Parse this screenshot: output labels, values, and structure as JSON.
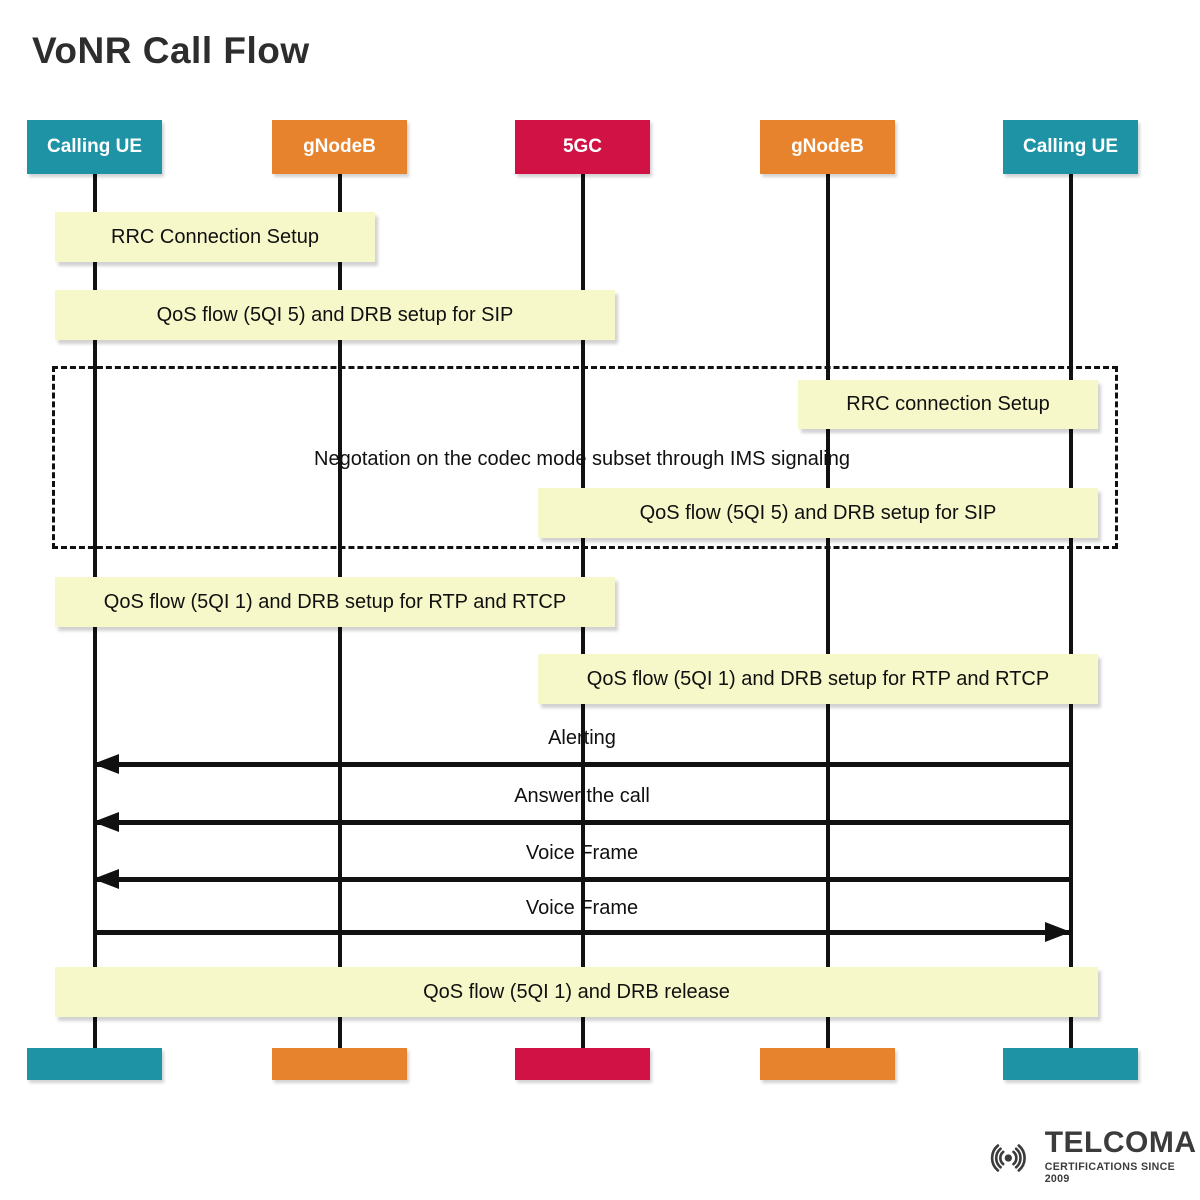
{
  "page": {
    "title": "VoNR Call Flow"
  },
  "colors": {
    "teal": "#1E93A5",
    "orange": "#E8832D",
    "crimson": "#D01245",
    "note_yellow": "#F6F8C9",
    "line_black": "#111111"
  },
  "actors": [
    {
      "label": "Calling UE",
      "color": "teal"
    },
    {
      "label": "gNodeB",
      "color": "orange"
    },
    {
      "label": "5GC",
      "color": "crimson"
    },
    {
      "label": "gNodeB",
      "color": "orange"
    },
    {
      "label": "Calling UE",
      "color": "teal"
    }
  ],
  "notes": [
    {
      "label": "RRC Connection Setup"
    },
    {
      "label": "QoS flow (5QI 5) and DRB setup for SIP"
    },
    {
      "label": "RRC connection Setup"
    },
    {
      "label": "QoS flow (5QI 5) and DRB setup for SIP"
    },
    {
      "label": "QoS flow (5QI 1) and DRB setup for RTP and RTCP"
    },
    {
      "label": "QoS flow (5QI 1) and DRB setup for RTP and RTCP"
    },
    {
      "label": "QoS flow (5QI 1) and DRB release"
    }
  ],
  "region": {
    "label": "Negotation on the codec mode subset through IMS signaling"
  },
  "arrows": [
    {
      "label": "Alerting",
      "direction": "left"
    },
    {
      "label": "Answer the call",
      "direction": "left"
    },
    {
      "label": "Voice Frame",
      "direction": "left"
    },
    {
      "label": "Voice Frame",
      "direction": "right"
    }
  ],
  "logo": {
    "name": "TELCOMA",
    "tagline": "CERTIFICATIONS SINCE 2009",
    "icon": "signal-waves-icon"
  }
}
